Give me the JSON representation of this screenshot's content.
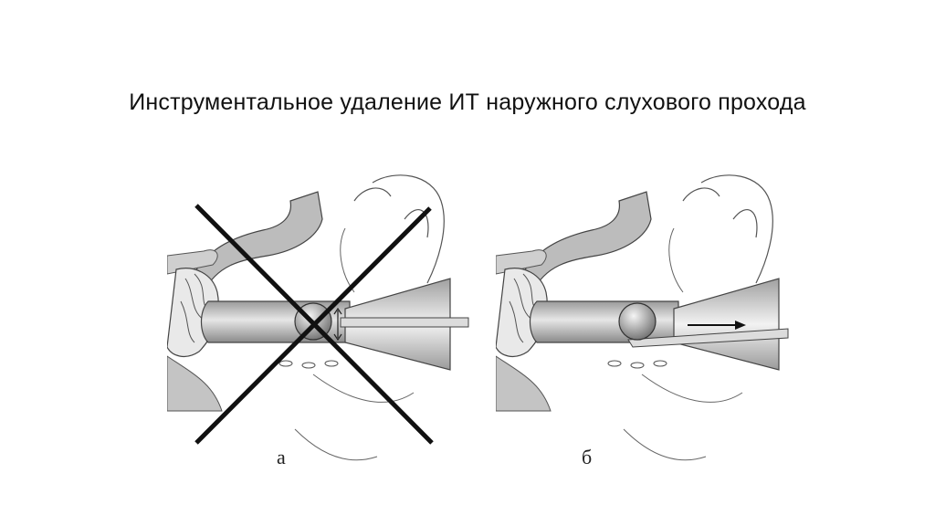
{
  "slide": {
    "title": "Инструментальное удаление ИТ наружного слухового прохода",
    "figures": [
      {
        "id": "a",
        "caption": "а",
        "crossed_out": true,
        "arrow": false
      },
      {
        "id": "b",
        "caption": "б",
        "crossed_out": false,
        "arrow": true
      }
    ]
  },
  "colors": {
    "background": "#ffffff",
    "ink": "#111111",
    "tissue": "#b8b8b8"
  }
}
